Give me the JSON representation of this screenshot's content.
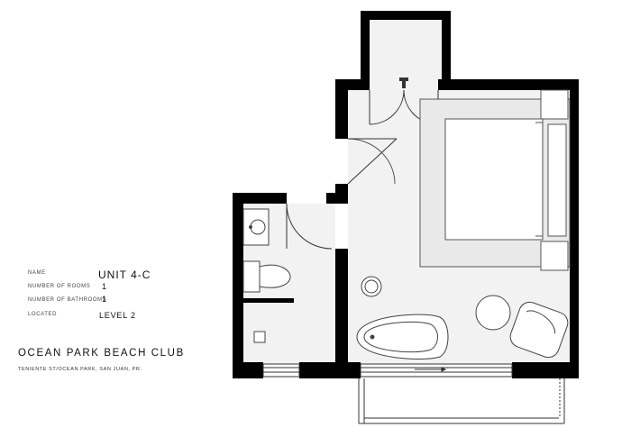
{
  "info": {
    "name_label": "NAME",
    "name_value": "UNIT 4-C",
    "rooms_label": "NUMBER OF ROOMS",
    "rooms_value": "1",
    "bathrooms_label": "NUMBER OF BATHROOMS",
    "bathrooms_value": "1",
    "located_label": "LOCATED",
    "located_value": "LEVEL 2"
  },
  "project": {
    "title": "OCEAN PARK BEACH CLUB",
    "address": "TENIENTE ST/OCEAN PARK, SAN JUAN, PR."
  },
  "colors": {
    "wall": "#000000",
    "floor": "#f1f1f1",
    "furniture_line": "#444444"
  }
}
